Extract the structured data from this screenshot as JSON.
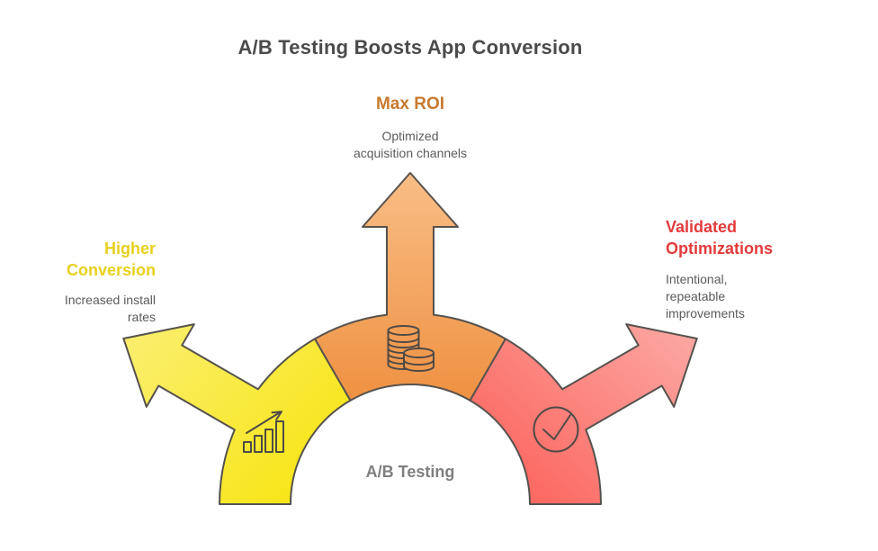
{
  "title": {
    "text": "A/B Testing Boosts App Conversion"
  },
  "arch": {
    "label": "A/B Testing"
  },
  "branches": {
    "top": {
      "heading": "Max ROI",
      "description": "Optimized\nacquisition channels",
      "heading_color": "#c8792e",
      "fill_light": "#f9bd85",
      "fill_dark": "#ee9040",
      "icon": "coin-stack-icon"
    },
    "left": {
      "heading": "Higher\nConversion",
      "description": "Increased install\nrates",
      "heading_color": "#e8d01d",
      "fill_light": "#faee6a",
      "fill_dark": "#f8e513",
      "icon": "growth-chart-icon"
    },
    "right": {
      "heading": "Validated\nOptimizations",
      "description": "Intentional,\nrepeatable\nimprovements",
      "heading_color": "#e23b3b",
      "fill_light": "#fca6a1",
      "fill_dark": "#fc6a64",
      "icon": "check-circle-icon"
    }
  },
  "colors": {
    "outline": "#56524e",
    "icon_stroke": "#4e4a46",
    "title_text": "#4b4b4b",
    "body_text": "#5b5b5b",
    "arch_label_text": "#7f7f7f",
    "background": "#ffffff"
  }
}
